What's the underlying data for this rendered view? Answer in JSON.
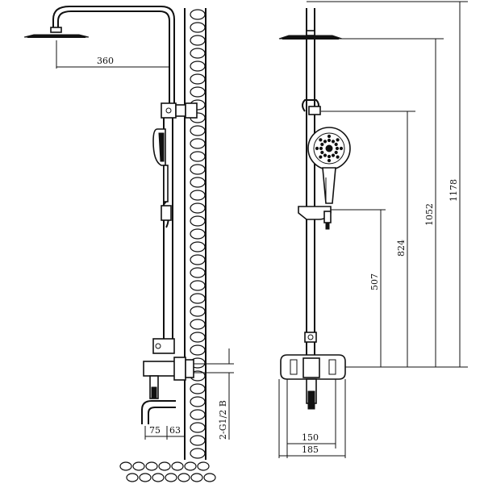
{
  "dimensions": {
    "side_view": {
      "head_arm": "360",
      "spout_a": "75",
      "spout_b": "63",
      "connection": "2-G1/2 B"
    },
    "front_view": {
      "height_slider": "507",
      "height_holder": "824",
      "height_rail": "1052",
      "height_total": "1178",
      "width_inner": "150",
      "width_outer": "185"
    }
  }
}
